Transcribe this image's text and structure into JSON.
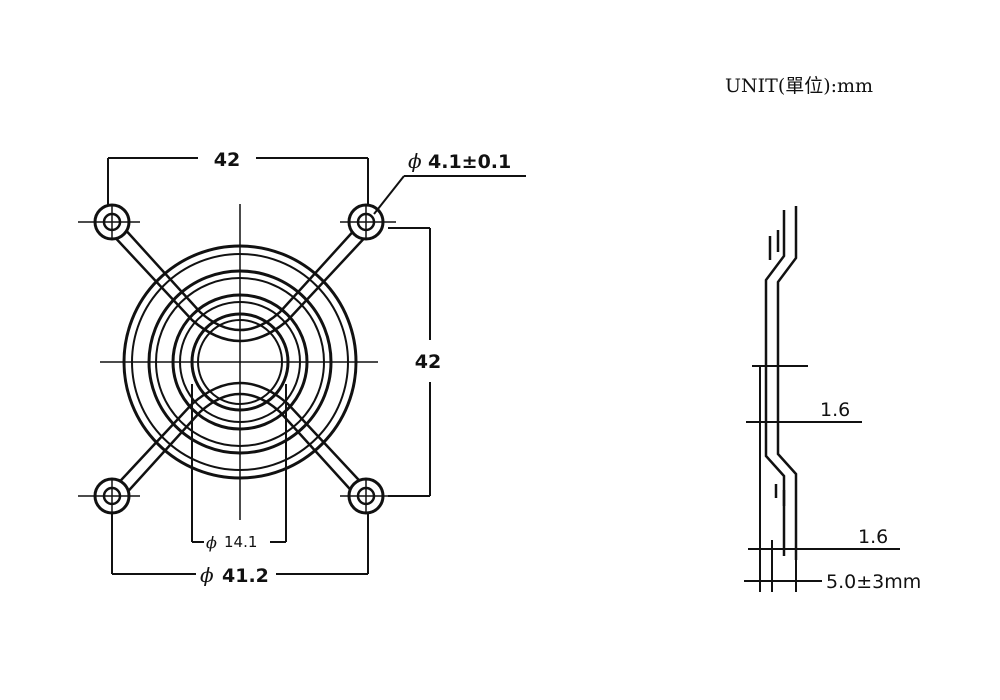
{
  "unit_label": "UNIT(單位):mm",
  "front_view": {
    "phi_symbol": "ϕ",
    "width_dim": "42",
    "height_dim": "42",
    "hole_dim": "4.1±0.1",
    "inner_dia": "14.1",
    "outer_dia": "41.2"
  },
  "side_view": {
    "thickness_top": "1.6",
    "thickness_bottom": "1.6",
    "depth": "5.0±3mm"
  }
}
